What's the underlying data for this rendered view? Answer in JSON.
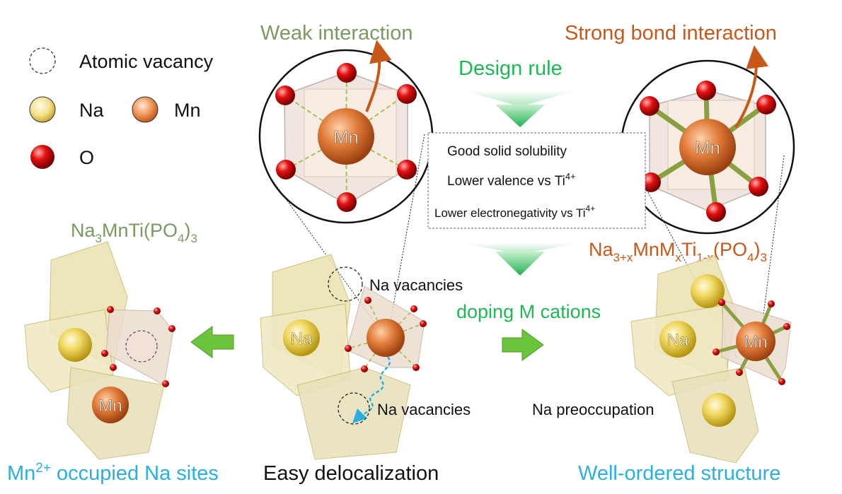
{
  "legend": {
    "vacancy": "Atomic vacancy",
    "na": "Na",
    "mn": "Mn",
    "o": "O"
  },
  "top": {
    "weak": "Weak interaction",
    "strong": "Strong bond interaction",
    "design_rule": "Design rule",
    "rules": {
      "r1": "Good solid solubility",
      "r2": "Lower valence vs Ti",
      "r2_sup": "4+",
      "r3": "Lower electronegativity  vs Ti",
      "r3_sup": "4+"
    },
    "atom_mn": "Mn"
  },
  "formulas": {
    "left": {
      "a": "Na",
      "a_sub": "3",
      "b": "MnTi(PO",
      "b_sub": "4",
      "c": ")",
      "c_sub": "3"
    },
    "right": {
      "a": "Na",
      "a_sub": "3+x",
      "b": "MnM",
      "b_sub": "x",
      "c": "Ti",
      "c_sub": "1-x",
      "d": "(PO",
      "d_sub": "4",
      "e": ")",
      "e_sub": "3"
    }
  },
  "middle": {
    "na_vac_top": "Na vacancies",
    "na_vac_bottom": "Na vacancies",
    "doping": "doping M cations",
    "na_preoccupation": "Na preoccupation",
    "atom_na": "Na",
    "atom_mn": "Mn"
  },
  "captions": {
    "left_a": "Mn",
    "left_sup": "2+",
    "left_b": " occupied Na sites",
    "middle": "Easy delocalization",
    "right": "Well-ordered structure"
  },
  "colors": {
    "green": "#1db954",
    "sage": "#7a9a60",
    "orange": "#c8581a",
    "blue": "#2ab0e0",
    "arrow_green": "#6cc43c"
  }
}
